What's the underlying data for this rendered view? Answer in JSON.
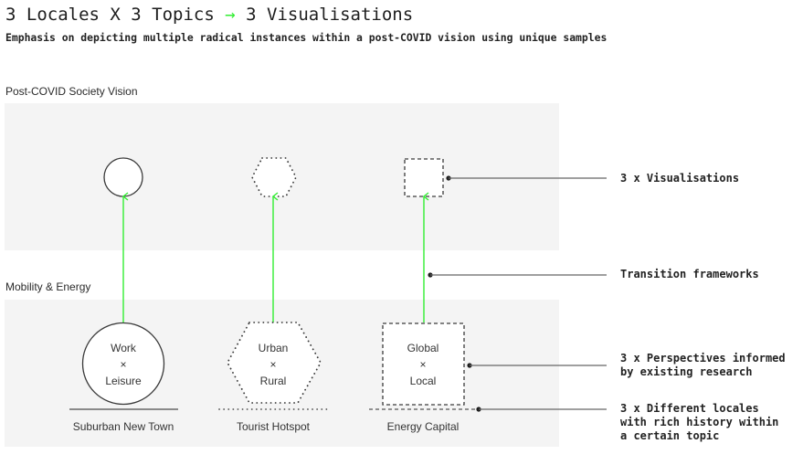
{
  "title": {
    "left": "3 Locales X 3 Topics",
    "arrow": "→",
    "right": "3 Visualisations"
  },
  "subtitle": "Emphasis on depicting multiple radical instances within a post-COVID vision using unique samples",
  "sections": {
    "vision": "Post-COVID Society Vision",
    "mobility": "Mobility & Energy"
  },
  "columns": [
    {
      "shape": "circle",
      "line_style": "solid",
      "topic_a": "Work",
      "cross": "×",
      "topic_b": "Leisure",
      "locale": "Suburban New Town"
    },
    {
      "shape": "hexagon",
      "line_style": "dotted",
      "topic_a": "Urban",
      "cross": "×",
      "topic_b": "Rural",
      "locale": "Tourist Hotspot"
    },
    {
      "shape": "square",
      "line_style": "dashed",
      "topic_a": "Global",
      "cross": "×",
      "topic_b": "Local",
      "locale": "Energy Capital"
    }
  ],
  "notes": {
    "visualisations": "3 x Visualisations",
    "transition": "Transition frameworks",
    "perspectives_1": "3 x Perspectives informed",
    "perspectives_2": "by existing research",
    "locales_1": "3 x Different locales",
    "locales_2": "with rich history within",
    "locales_3": "a certain topic"
  },
  "colors": {
    "accent_green": "#33ee33",
    "panel_bg": "#f4f4f4",
    "stroke": "#3a3a3a",
    "connector": "#555555"
  }
}
